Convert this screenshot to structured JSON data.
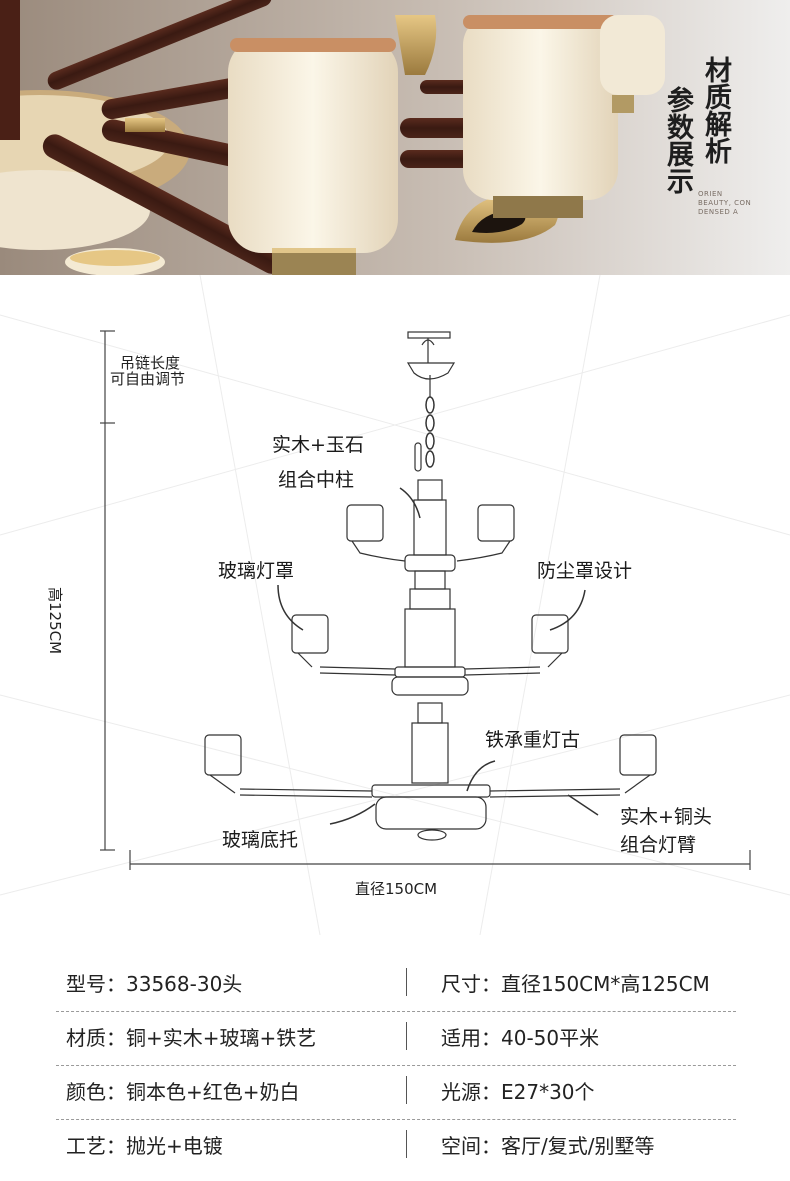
{
  "hero": {
    "title_col1": "材质解析",
    "title_col2": "参数展示",
    "small_text": [
      "ORIEN",
      "BEAUTY, CON",
      "DENSED A"
    ]
  },
  "diagram": {
    "chain_label_line1": "吊链长度",
    "chain_label_line2": "可自由调节",
    "height_label": "高125CM",
    "diameter_label": "直径150CM",
    "callouts": {
      "column_line1": "实木+玉石",
      "column_line2": "组合中柱",
      "glass_shade": "玻璃灯罩",
      "dust_cover": "防尘罩设计",
      "iron_ring": "铁承重灯古",
      "glass_tray": "玻璃底托",
      "arm_line1": "实木+铜头",
      "arm_line2": "组合灯臂"
    }
  },
  "specs": {
    "rows": [
      {
        "left": "型号：33568-30头",
        "right": "尺寸：直径150CM*高125CM"
      },
      {
        "left": "材质：铜+实木+玻璃+铁艺",
        "right": "适用：40-50平米"
      },
      {
        "left": "颜色：铜本色+红色+奶白",
        "right": "光源：E27*30个"
      },
      {
        "left": "工艺：抛光+电镀",
        "right": "空间：客厅/复式/别墅等"
      }
    ]
  }
}
